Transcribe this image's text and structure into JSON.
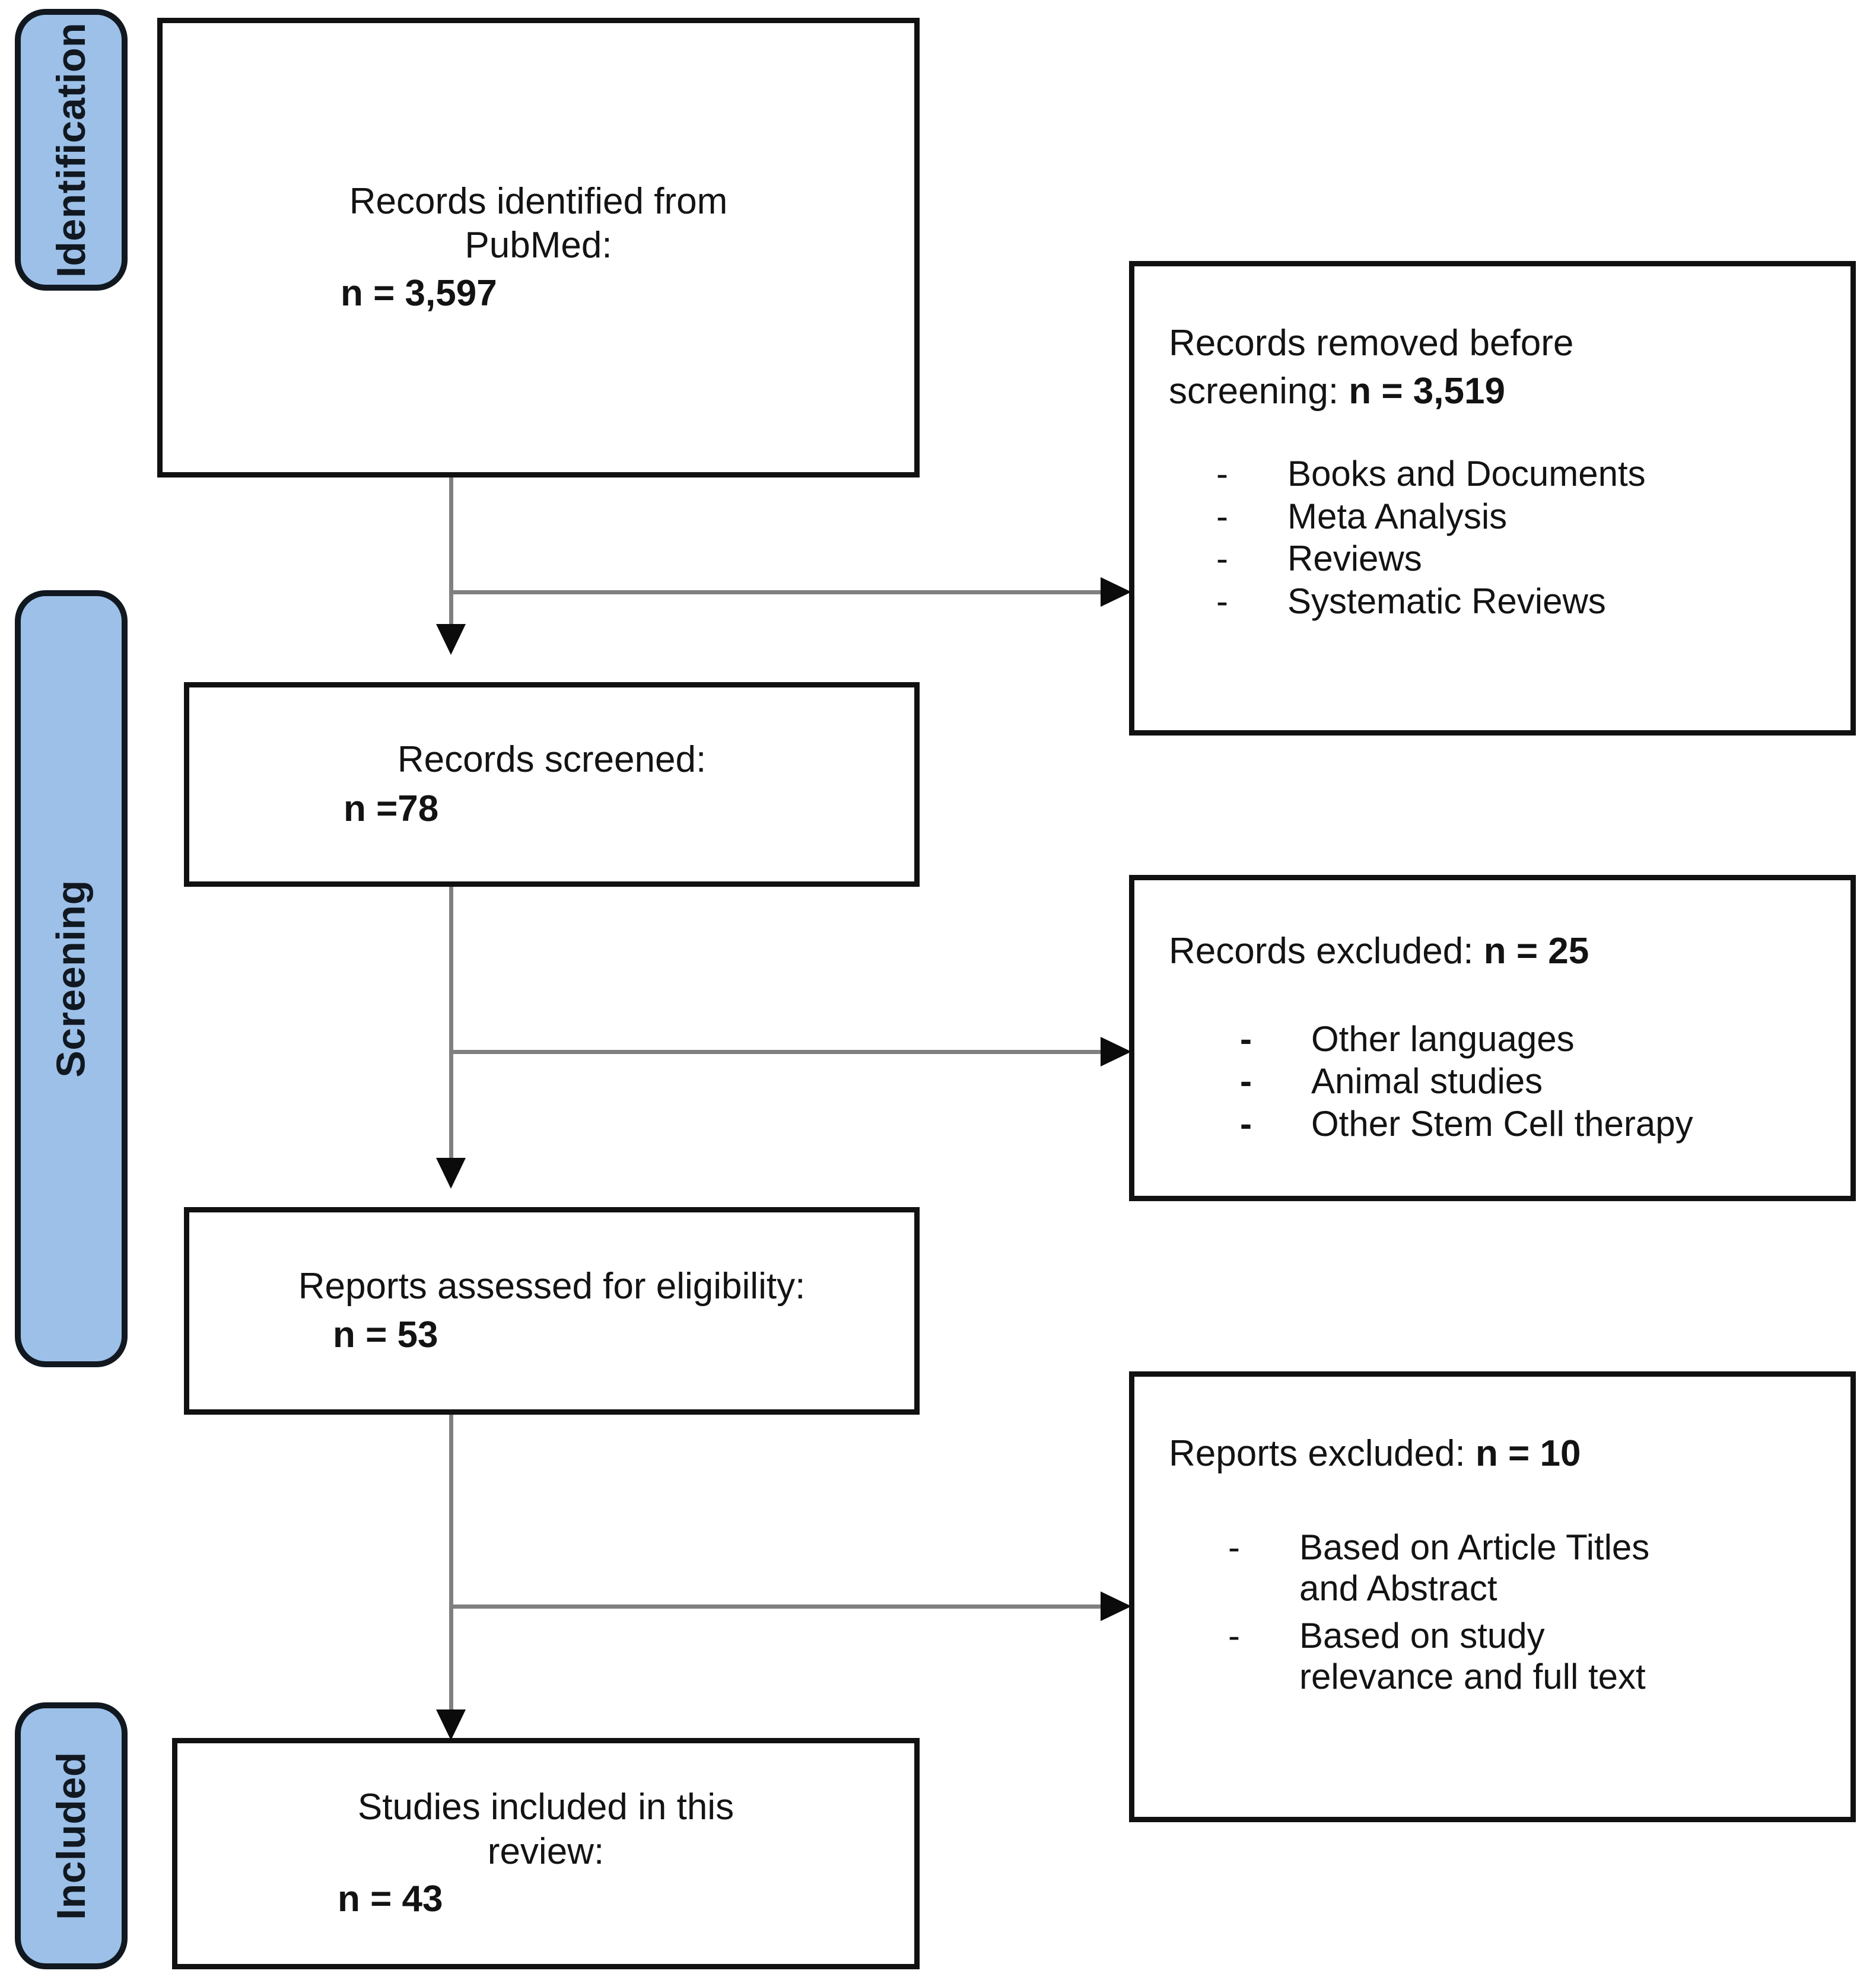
{
  "diagram": {
    "title": "PRISMA flow diagram",
    "accent_color": "#9CC0E8",
    "border_color": "#111820",
    "connector_color": "#808080",
    "arrow_color": "#0B0B0B"
  },
  "stages": [
    {
      "id": "identification",
      "label": "Identification"
    },
    {
      "id": "screening",
      "label": "Screening"
    },
    {
      "id": "included",
      "label": "Included"
    }
  ],
  "boxes": {
    "records_identified": {
      "line1": "Records identified from",
      "line2": "PubMed:",
      "count": "n = 3,597"
    },
    "records_removed": {
      "head_plain1": "Records removed ",
      "head_italic1": "before",
      "head_italic2": "screening",
      "head_plain2": ": ",
      "count": "n = 3,519",
      "bullets": [
        "Books and Documents",
        "Meta Analysis",
        "Reviews",
        "Systematic Reviews"
      ],
      "bullet_marker": "-"
    },
    "records_screened": {
      "line1": "Records screened:",
      "count": "n =78"
    },
    "records_excluded": {
      "head": "Records excluded: ",
      "count": "n = 25",
      "bullets": [
        "Other languages",
        "Animal studies",
        "Other Stem Cell therapy"
      ],
      "bullet_marker": "-"
    },
    "reports_assessed": {
      "line1": "Reports assessed for eligibility:",
      "count": "n = 53"
    },
    "reports_excluded": {
      "head": "Reports excluded: ",
      "count": "n = 10",
      "bullets": [
        "Based on Article Titles and Abstract",
        "Based on study relevance and full text"
      ],
      "bullet_marker": "-"
    },
    "studies_included": {
      "line1": "Studies included in this",
      "line2": "review:",
      "count": "n = 43"
    }
  },
  "chart_data": {
    "type": "table",
    "title": "PRISMA 2020 flow of records through the review",
    "stages": [
      "Identification",
      "Screening",
      "Included"
    ],
    "nodes": [
      {
        "stage": "Identification",
        "label": "Records identified from PubMed",
        "n": 3597
      },
      {
        "stage": "Identification",
        "label": "Records removed before screening",
        "n": 3519,
        "reasons": [
          "Books and Documents",
          "Meta Analysis",
          "Reviews",
          "Systematic Reviews"
        ]
      },
      {
        "stage": "Screening",
        "label": "Records screened",
        "n": 78
      },
      {
        "stage": "Screening",
        "label": "Records excluded",
        "n": 25,
        "reasons": [
          "Other languages",
          "Animal studies",
          "Other Stem Cell therapy"
        ]
      },
      {
        "stage": "Screening",
        "label": "Reports assessed for eligibility",
        "n": 53
      },
      {
        "stage": "Screening",
        "label": "Reports excluded",
        "n": 10,
        "reasons": [
          "Based on Article Titles and Abstract",
          "Based on study relevance and full text"
        ]
      },
      {
        "stage": "Included",
        "label": "Studies included in this review",
        "n": 43
      }
    ]
  }
}
